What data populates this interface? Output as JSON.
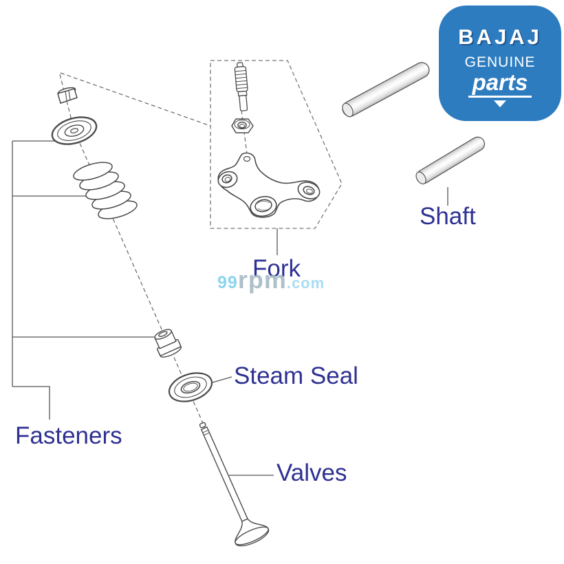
{
  "logo": {
    "brand": "BAJAJ",
    "genuine": "GENUINE",
    "parts": "parts"
  },
  "labels": {
    "shaft": "Shaft",
    "fork": "Fork",
    "steam_seal": "Steam Seal",
    "fasteners": "Fasteners",
    "valves": "Valves"
  },
  "watermark": {
    "prefix": "99",
    "mid": "rpm",
    "suffix": ".com"
  },
  "colors": {
    "label_blue": "#2e3192",
    "logo_blue": "#2e7cc0",
    "watermark_light_blue": "#7fd0ef",
    "watermark_gray": "#a5bac4",
    "part_outline_gray": "#4a4a4a"
  }
}
